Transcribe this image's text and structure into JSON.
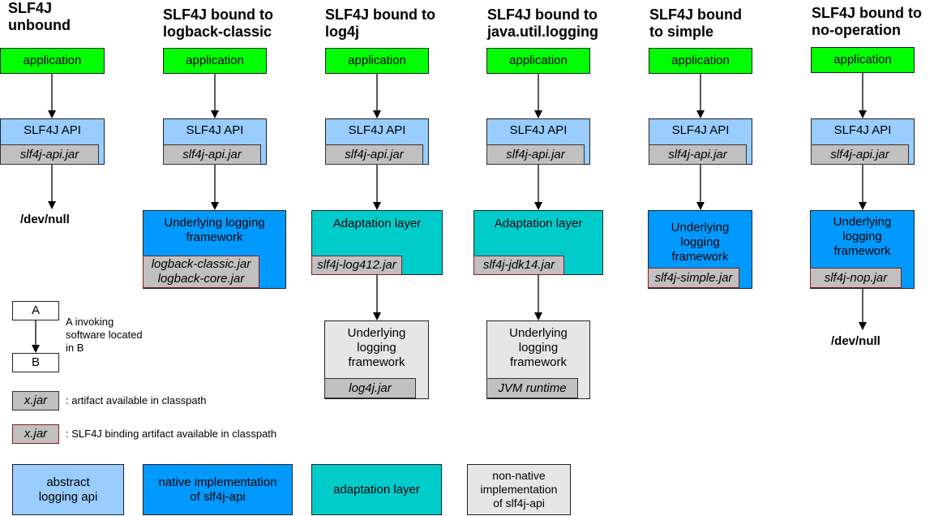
{
  "colors": {
    "application": "#00ff00",
    "abstract_api": "#99ccff",
    "native_impl": "#0099ff",
    "adaptation": "#00cccc",
    "non_native": "#e6e6e6",
    "jar": "#c0c0c0",
    "binding_border": "#8b1a1a"
  },
  "columns": [
    {
      "title": "SLF4J\nunbound",
      "app": "application",
      "api": "SLF4J API",
      "api_jar": "slf4j-api.jar",
      "end": "/dev/null"
    },
    {
      "title": "SLF4J bound to\nlogback-classic",
      "app": "application",
      "api": "SLF4J API",
      "api_jar": "slf4j-api.jar",
      "framework": "Underlying logging\nframework",
      "framework_jar": "logback-classic.jar\nlogback-core.jar"
    },
    {
      "title": "SLF4J bound to\nlog4j",
      "app": "application",
      "api": "SLF4J API",
      "api_jar": "slf4j-api.jar",
      "adapter": "Adaptation layer",
      "adapter_jar": "slf4j-log412.jar",
      "framework": "Underlying\nlogging\nframework",
      "framework_jar": "log4j.jar"
    },
    {
      "title": "SLF4J bound to\njava.util.logging",
      "app": "application",
      "api": "SLF4J API",
      "api_jar": "slf4j-api.jar",
      "adapter": "Adaptation layer",
      "adapter_jar": "slf4j-jdk14.jar",
      "framework": "Underlying\nlogging\nframework",
      "framework_jar": "JVM runtime"
    },
    {
      "title": "SLF4J bound\nto simple",
      "app": "application",
      "api": "SLF4J API",
      "api_jar": "slf4j-api.jar",
      "framework": "Underlying\nlogging\nframework",
      "framework_jar": "slf4j-simple.jar"
    },
    {
      "title": "SLF4J bound to\nno-operation",
      "app": "application",
      "api": "SLF4J API",
      "api_jar": "slf4j-api.jar",
      "framework": "Underlying\nlogging\nframework",
      "framework_jar": "slf4j-nop.jar",
      "end": "/dev/null"
    }
  ],
  "legend": {
    "a": "A",
    "b": "B",
    "arrow_desc": "A invoking\nsoftware located\nin B",
    "jar_label": "x.jar",
    "jar_desc": ": artifact available in classpath",
    "binding_label": "x.jar",
    "binding_desc": ": SLF4J binding artifact available in classpath",
    "abstract": "abstract\nlogging api",
    "native": "native implementation\nof slf4j-api",
    "adaptation": "adaptation layer",
    "non_native": "non-native\nimplementation\nof slf4j-api"
  }
}
